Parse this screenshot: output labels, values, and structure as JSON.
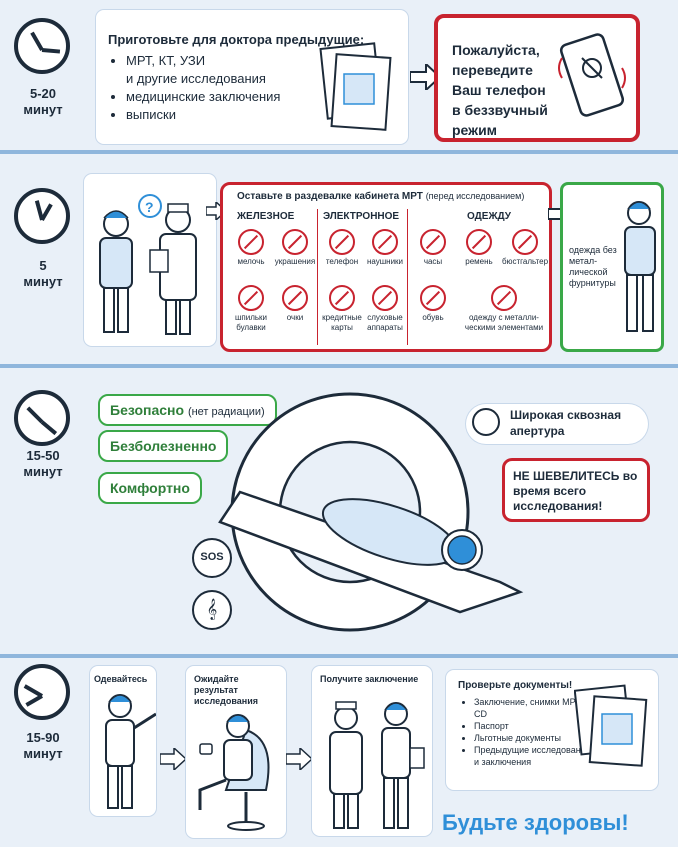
{
  "steps": [
    {
      "time": "5-20\nминут"
    },
    {
      "time": "5\nминут"
    },
    {
      "time": "15-50\nминут"
    },
    {
      "time": "15-90\nминут"
    }
  ],
  "step1": {
    "heading": "Приготовьте для доктора предыдущие:",
    "items": [
      "МРТ, КТ, УЗИ\nи другие исследования",
      "медицинские заключения",
      "выписки"
    ],
    "phone_note": "Пожалуйста, переведите Ваш телефон в беззвучный режим"
  },
  "step2": {
    "title": "Оставьте в раздевалке кабинета МРТ",
    "title_note": "(перед исследованием)",
    "categories": [
      "ЖЕЛЕЗНОЕ",
      "ЭЛЕКТРОННОЕ",
      "ОДЕЖДУ"
    ],
    "iron": [
      "мелочь",
      "украшения",
      "шпильки\nбулавки",
      "очки"
    ],
    "electronic": [
      "телефон",
      "наушники",
      "кредитные\nкарты",
      "слуховые\nаппараты"
    ],
    "clothes": [
      "часы",
      "ремень",
      "бюстгальтер",
      "обувь",
      "одежду с металли-\nческими элементами"
    ],
    "green_note": "одежда без метал-лической фурнитуры"
  },
  "step3": {
    "safe": "Безопасно",
    "safe_note": "(нет радиации)",
    "painless": "Безболезненно",
    "comfortable": "Комфортно",
    "aperture": "Широкая сквозная апертура",
    "warning": "НЕ ШЕВЕЛИТЕСЬ во время всего исследования!",
    "sos": "SOS"
  },
  "step4": {
    "dress": "Одевайтесь",
    "wait": "Ожидайте результат исследования",
    "receive": "Получите заключение",
    "check_title": "Проверьте документы!",
    "check_items": [
      "Заключение, снимки МРТ, CD",
      "Паспорт",
      "Льготные документы",
      "Предыдущие исследования и заключения"
    ]
  },
  "farewell": "Будьте здоровы!",
  "colors": {
    "red": "#c8232f",
    "green": "#3aa848",
    "blue": "#2f8fd8",
    "navy": "#1d2b3a"
  }
}
